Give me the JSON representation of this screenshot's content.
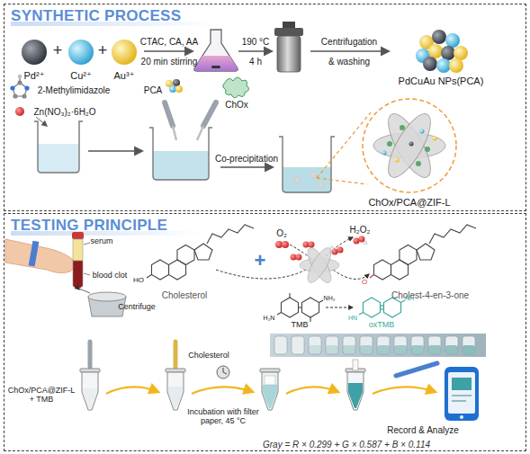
{
  "diagram": {
    "nodes": [
      {
        "text": [
          "SYNTHETIC PROCESS"
        ]
      },
      {
        "text": [
          "TESTING PRINCIPLE"
        ]
      }
    ],
    "labels": [
      "Pd²⁺",
      "+",
      "Cu²⁺",
      "+",
      "Au³⁺",
      "CTAC, CA, AA",
      "20 min stirring",
      "190 °C",
      "4 h",
      "Centrifugation",
      "& washing",
      "PdCuAu NPs(PCA)",
      "2-Methylimidazole",
      "Zn(NO₃)₂·6H₂O",
      "PCA",
      "ChOx",
      "Co-precipitation",
      "ChOx/PCA@ZIF-L",
      "serum",
      "blood clot",
      "Centrifuge",
      "HO",
      "Cholesterol",
      "+",
      "O₂",
      "H₂O₂",
      "O",
      "Cholest-4-en-3-one",
      "H₂N",
      "NH₂",
      "TMB",
      "HN",
      "NH",
      "oxTMB",
      "ChOx/PCA@ZIF-L + TMB",
      "Cholesterol",
      "Incubation with filter paper, 45 °C",
      "Record & Analyze",
      "Gray = R × 0.299 + G × 0.587 + B × 0.114"
    ]
  }
}
